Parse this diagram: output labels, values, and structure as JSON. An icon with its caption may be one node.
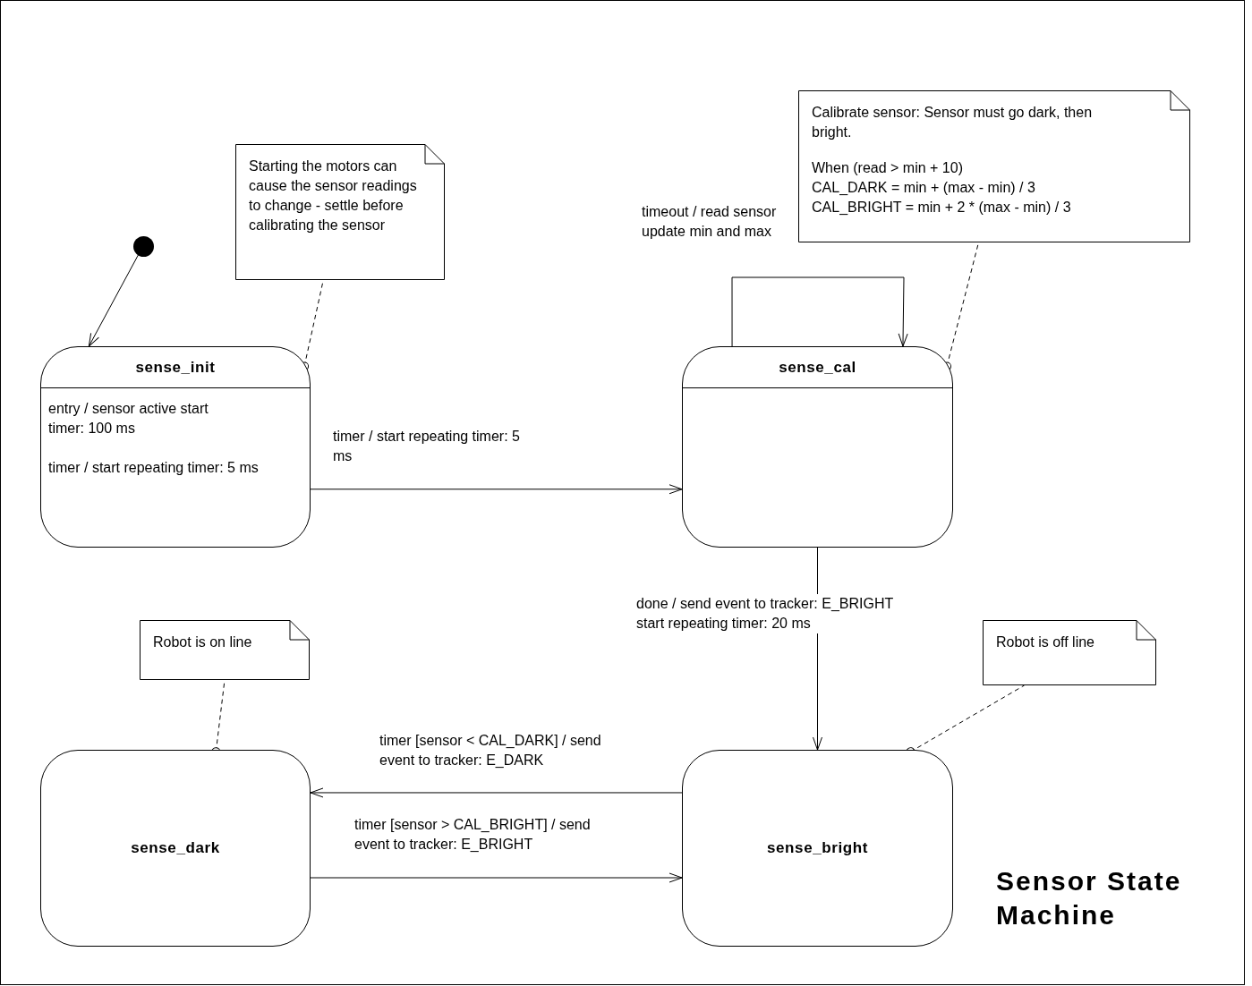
{
  "diagram": {
    "title": "Sensor State Machine",
    "nodes": [
      {
        "text": [],
        "shape": "circle"
      },
      {
        "text": [
          "sense_init",
          "entry / sensor active start timer: 100 ms",
          "timer / start repeating timer: 5 ms"
        ]
      },
      {
        "text": [
          "Starting the motors can cause the sensor readings to change - settle before calibrating the sensor"
        ]
      },
      {
        "text": [
          "sense_cal"
        ]
      },
      {
        "text": [
          "Calibrate sensor:  Sensor must go dark, then bright.",
          "When (read > min + 10)",
          "CAL_DARK = min + (max - min) / 3",
          "CAL_BRIGHT = min + 2 * (max - min) / 3"
        ]
      },
      {
        "text": [
          "Robot is on line"
        ]
      },
      {
        "text": [
          "sense_dark"
        ]
      },
      {
        "text": [
          "Robot is off line"
        ]
      },
      {
        "text": [
          "sense_bright"
        ]
      }
    ],
    "edges": [
      {
        "from": 0,
        "to": 1,
        "arrow": "to"
      },
      {
        "from": 1,
        "to": 2,
        "arrow": "other",
        "style": "dashed"
      },
      {
        "from": 1,
        "to": 3,
        "arrow": "to",
        "label": "timer / start repeating timer: 5 ms"
      },
      {
        "from": 3,
        "to": 3,
        "arrow": "to",
        "label": "timeout / read sensor update min and max"
      },
      {
        "from": 3,
        "to": 4,
        "arrow": "other",
        "style": "dashed"
      },
      {
        "from": 3,
        "to": 8,
        "arrow": "to",
        "label": "done / send event to tracker:  E_BRIGHT start repeating timer: 20 ms"
      },
      {
        "from": 6,
        "to": 5,
        "arrow": "other",
        "style": "dashed"
      },
      {
        "from": 8,
        "to": 7,
        "arrow": "other",
        "style": "dashed"
      },
      {
        "from": 8,
        "to": 6,
        "arrow": "to",
        "label": "timer [sensor < CAL_DARK] / send event to tracker: E_DARK"
      },
      {
        "from": 6,
        "to": 8,
        "arrow": "to",
        "label": "timer [sensor > CAL_BRIGHT] / send event to tracker: E_BRIGHT"
      }
    ]
  }
}
